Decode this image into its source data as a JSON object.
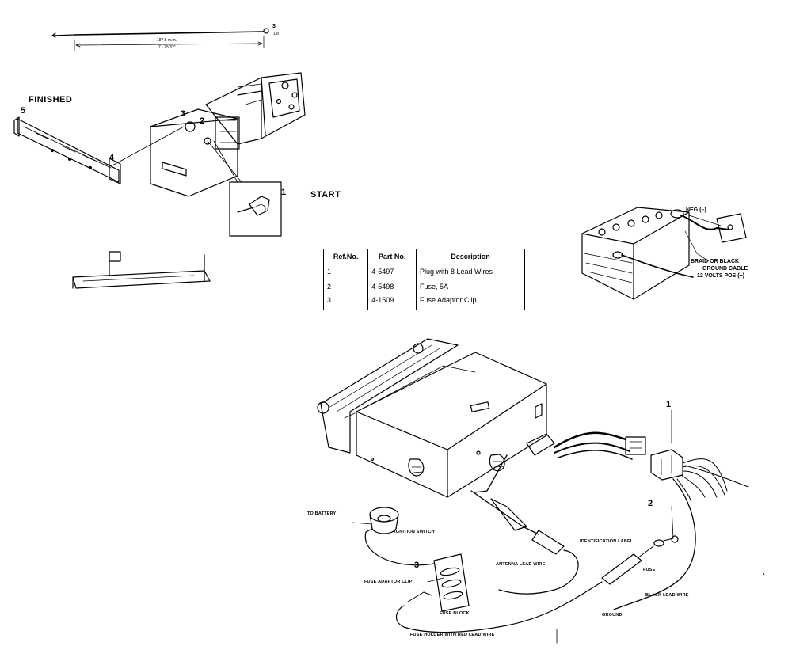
{
  "labels": {
    "finished": "FINISHED",
    "start": "START",
    "dimension_mm": "187.5 m.m.",
    "dimension_in": "7 - 25/32\"",
    "callout_3_top": "3",
    "callout_fraction": "1/8\"",
    "neg": "NEG (–)",
    "braid": "BRAID OR BLACK",
    "ground_cable": "GROUND CABLE",
    "pos": "12 VOLTS POS (+)",
    "to_battery": "TO BATTERY",
    "ignition_switch": "IGNITION SWITCH",
    "fuse_adaptor_clip": "FUSE ADAPTOR CLIP",
    "fuse_block": "FUSE BLOCK",
    "fuse_holder": "FUSE HOLDER WITH RED LEAD WIRE",
    "antenna_lead": "ANTENNA LEAD WIRE",
    "identification_label": "IDENTIFICATION LABEL",
    "fuse": "FUSE",
    "black_lead": "BLACK LEAD WIRE",
    "ground": "GROUND"
  },
  "callouts": {
    "c1_start": "1",
    "c2_top": "2",
    "c3_top": "3",
    "c4": "4",
    "c5": "5",
    "c1_plug": "1",
    "c2_fuse": "2",
    "c3_clip": "3"
  },
  "parts_table": {
    "headers": [
      "Ref.No.",
      "Part No.",
      "Description"
    ],
    "rows": [
      [
        "1",
        "4-5497",
        "Plug with 8 Lead Wires"
      ],
      [
        "2",
        "4-5498",
        "Fuse, 5A"
      ],
      [
        "3",
        "4-1509",
        "Fuse Adaptor Clip"
      ]
    ]
  }
}
